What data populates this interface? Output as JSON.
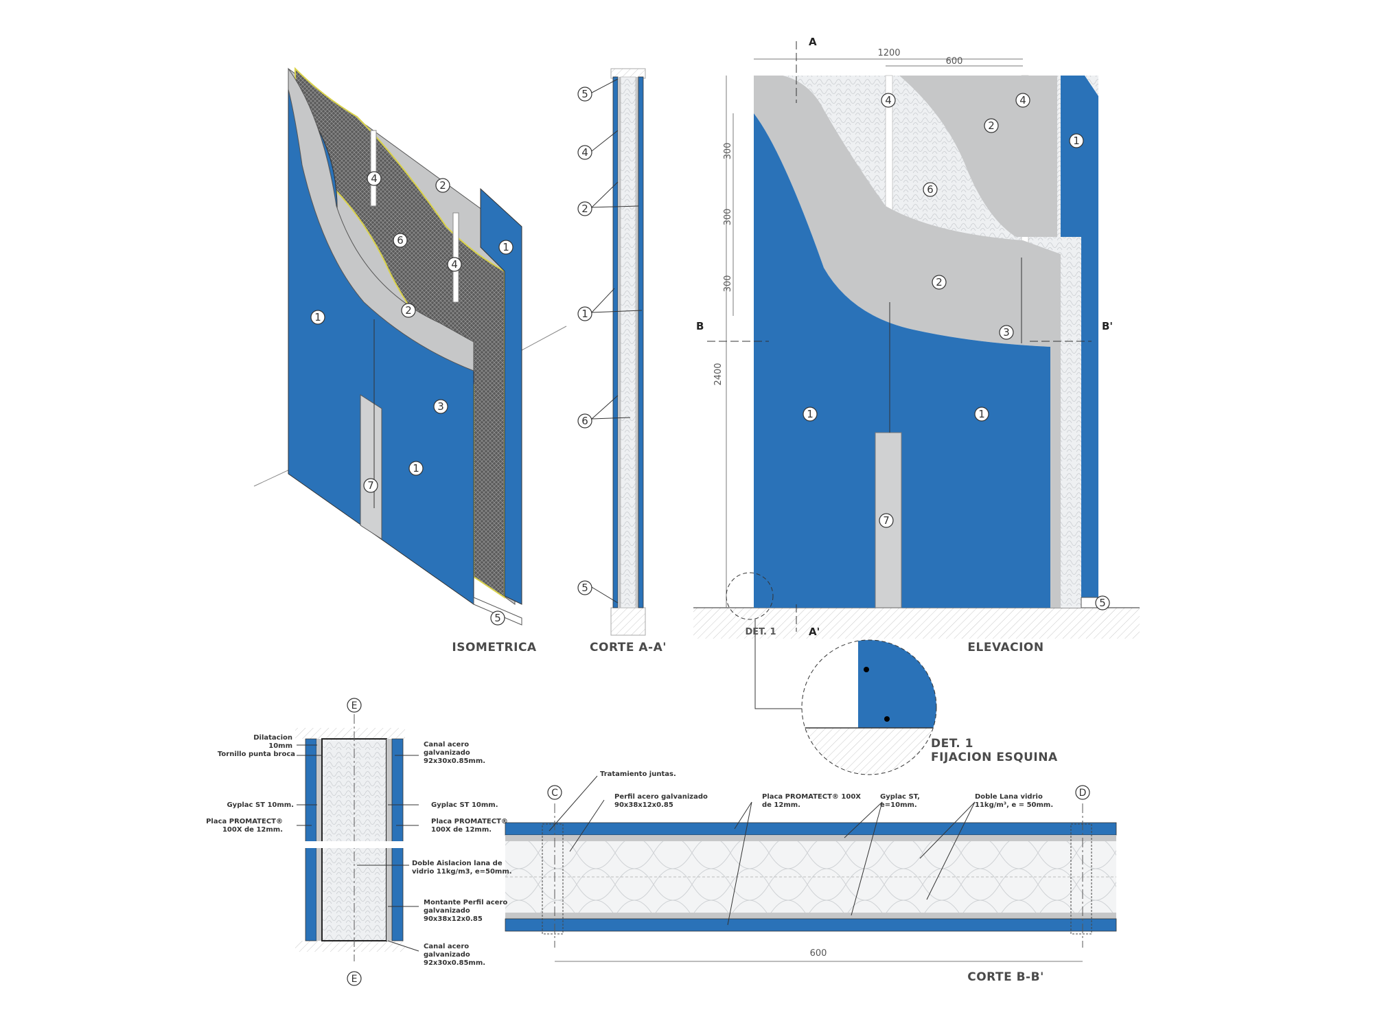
{
  "colors": {
    "blue": "#2a72b8",
    "grey": "#c6c7c8",
    "dark": "#333333",
    "insulation": "#eceff1"
  },
  "views": {
    "isometric": "ISOMETRICA",
    "section_aa": "CORTE A-A'",
    "elevation": "ELEVACION",
    "section_bb": "CORTE B-B'"
  },
  "detail": {
    "tag": "DET. 1",
    "title1": "DET. 1",
    "title2": "FIJACION ESQUINA"
  },
  "cut_marks": {
    "a_top": "A",
    "a_bottom": "A'",
    "b_left": "B",
    "b_right": "B'"
  },
  "grid_marks": {
    "e": "E",
    "c": "C",
    "d": "D"
  },
  "dims": {
    "total_width": "1200",
    "half_width": "600",
    "height": "2400",
    "spacing": "300",
    "bb_width": "600"
  },
  "callout_numbers": [
    "1",
    "2",
    "3",
    "4",
    "5",
    "6",
    "7"
  ],
  "notes_e": {
    "dilatacion_1": "Dilatacion",
    "dilatacion_2": "10mm",
    "tornillo": "Tornillo punta broca",
    "gyplac": "Gyplac ST 10mm.",
    "placa_1": "Placa PROMATECT®",
    "placa_2": "100X de 12mm.",
    "canal_top_1": "Canal acero",
    "canal_top_2": "galvanizado",
    "canal_top_3": "92x30x0.85mm.",
    "gyplac_r": "Gyplac ST 10mm.",
    "placa_r1": "Placa PROMATECT®",
    "placa_r2": "100X de 12mm.",
    "aisl_1": "Doble Aislacion lana de",
    "aisl_2": "vidrio 11kg/m3, e=50mm.",
    "mont_1": "Montante Perfil acero",
    "mont_2": "galvanizado",
    "mont_3": "90x38x12x0.85",
    "canal_bot_1": "Canal acero",
    "canal_bot_2": "galvanizado",
    "canal_bot_3": "92x30x0.85mm."
  },
  "notes_bb": {
    "juntas": "Tratamiento juntas.",
    "perfil_1": "Perfil acero galvanizado",
    "perfil_2": "90x38x12x0.85",
    "placa_1": "Placa PROMATECT® 100X",
    "placa_2": "de 12mm.",
    "gyplac_1": "Gyplac ST,",
    "gyplac_2": "e=10mm.",
    "lana_1": "Doble Lana vidrio",
    "lana_2": "11kg/m³, e = 50mm."
  }
}
